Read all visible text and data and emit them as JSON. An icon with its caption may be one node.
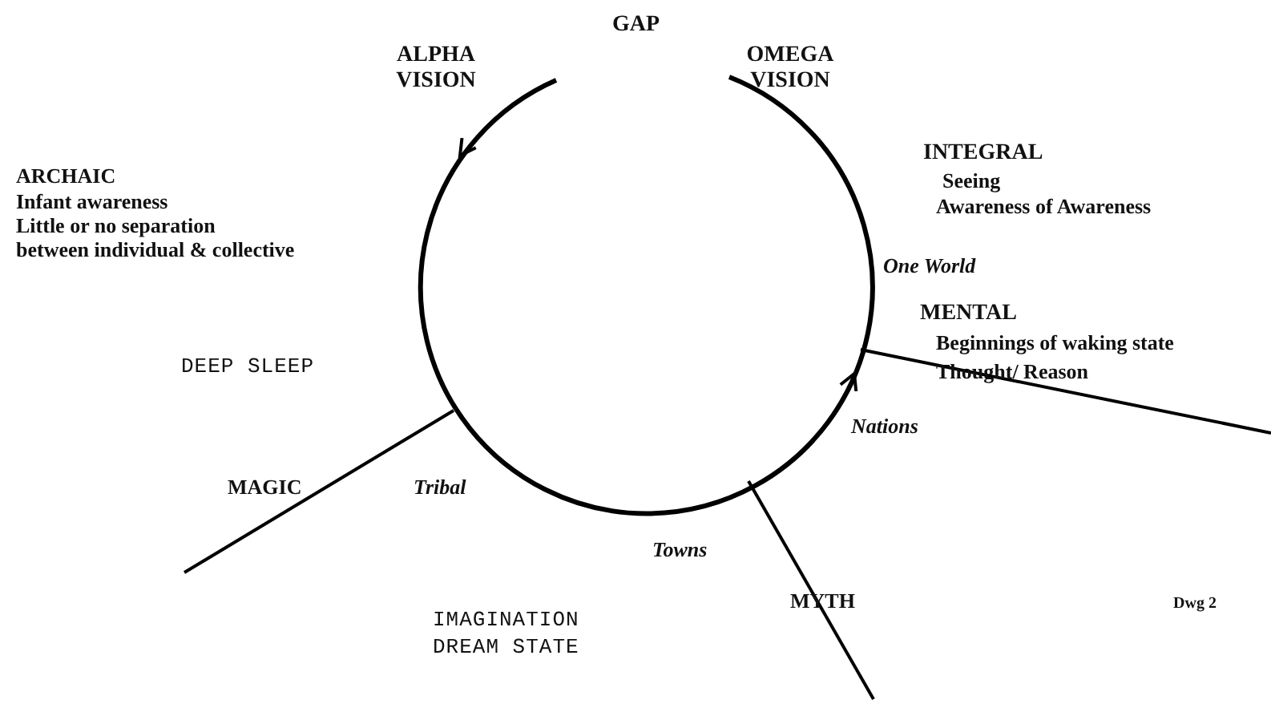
{
  "diagram": {
    "labels": [
      "GAP",
      "ALPHA VISION",
      "OMEGA VISION",
      "INTEGRAL",
      "Seeing",
      "Awareness of Awareness",
      "ARCHAIC",
      "Infant awareness",
      "Little or no separation",
      "between individual & collective",
      "One World",
      "MENTAL",
      "Beginnings of waking state",
      "Thought/ Reason",
      "DEEP SLEEP",
      "Nations",
      "MAGIC",
      "Tribal",
      "Towns",
      "MYTH",
      "IMAGINATION",
      "DREAM STATE",
      "Dwg 2"
    ]
  }
}
